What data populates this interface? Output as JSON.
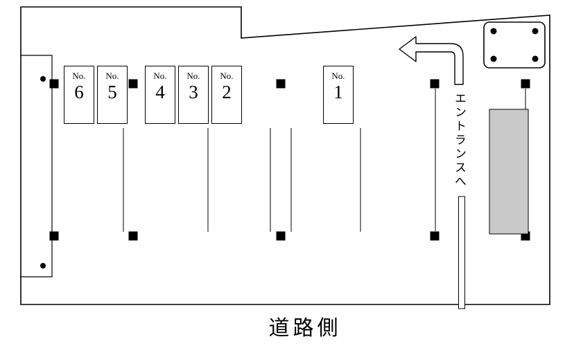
{
  "diagram": {
    "road_side_label": "道路側",
    "entrance_label": "エントランスへ",
    "spaces": [
      {
        "prefix": "No.",
        "number": "6"
      },
      {
        "prefix": "No.",
        "number": "5"
      },
      {
        "prefix": "No.",
        "number": "4"
      },
      {
        "prefix": "No.",
        "number": "3"
      },
      {
        "prefix": "No.",
        "number": "2"
      },
      {
        "prefix": "No.",
        "number": "1"
      }
    ],
    "colors": {
      "line": "#000000",
      "structure_fill": "#c9c9c9",
      "background": "#ffffff"
    }
  }
}
